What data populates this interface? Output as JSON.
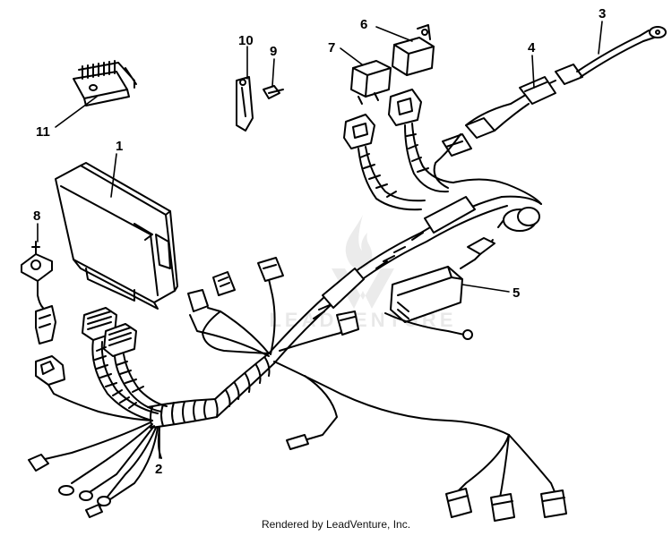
{
  "callouts": {
    "c1": "1",
    "c2": "2",
    "c3": "3",
    "c4": "4",
    "c5": "5",
    "c6": "6",
    "c7": "7",
    "c8": "8",
    "c9": "9",
    "c10": "10",
    "c11": "11"
  },
  "watermark": {
    "brand": "LEADVENTURE"
  },
  "footer": {
    "credit": "Rendered by LeadVenture, Inc."
  }
}
